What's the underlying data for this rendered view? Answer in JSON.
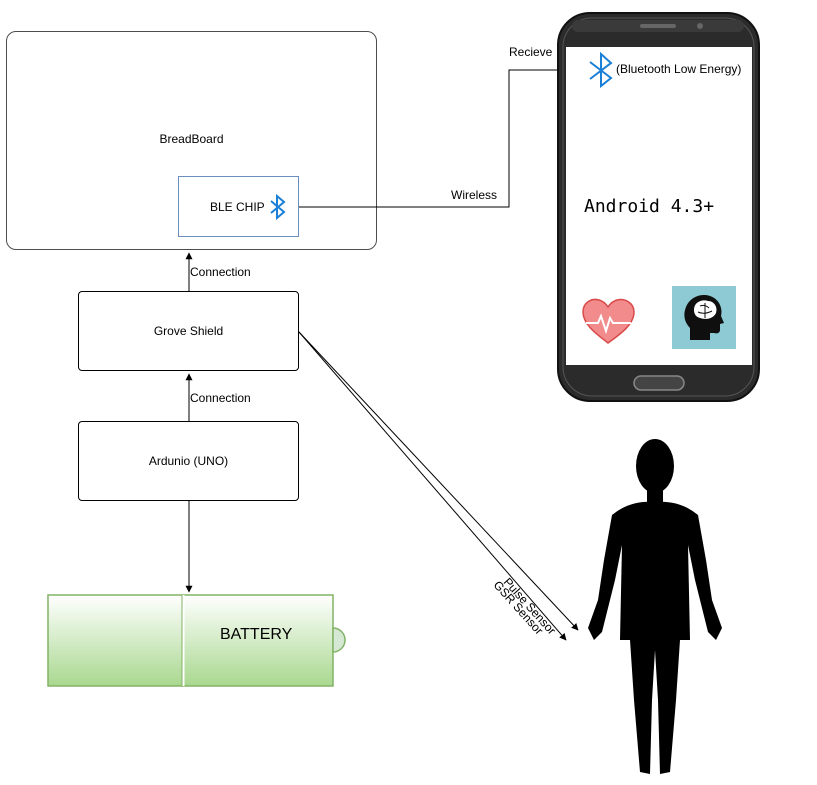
{
  "breadboard": {
    "label": "BreadBoard"
  },
  "ble_chip": {
    "label": "BLE CHIP",
    "icon": "bluetooth-icon"
  },
  "grove_shield": {
    "label": "Grove Shield"
  },
  "arduino": {
    "label": "Ardunio (UNO)"
  },
  "battery": {
    "label": "BATTERY"
  },
  "edges": {
    "connection_top": "Connection",
    "connection_bottom": "Connection",
    "wireless": "Wireless",
    "recieve": "Recieve",
    "pulse_sensor": "Pulse Sensor",
    "gsr_sensor": "GSR Sensor"
  },
  "phone": {
    "ble_note": "(Bluetooth Low Energy)",
    "os_label": "Android 4.3+",
    "icons": [
      "heart-pulse-icon",
      "brain-head-icon"
    ]
  },
  "human": {
    "icon": "human-silhouette-icon"
  },
  "colors": {
    "bluetooth": "#1a7fd6",
    "battery_green": "#82b366",
    "battery_fill": "#d5e8d4",
    "chip_border": "#6c8ebf",
    "heart": "#e85a5a",
    "brain_bg": "#8ecad3"
  }
}
